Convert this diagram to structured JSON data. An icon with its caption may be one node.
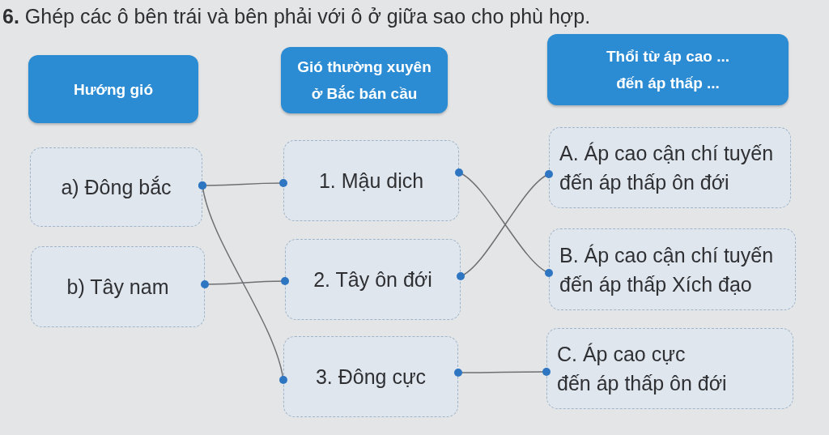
{
  "diagram": {
    "title": "**6.** Ghép các ô bên trái và bên phải với ô ở giữa sao cho phù hợp.",
    "nodes": [
      {
        "text": [
          "Hướng gió"
        ]
      },
      {
        "text": [
          "Gió thường xuyên ở Bắc bán cầu"
        ]
      },
      {
        "text": [
          "Thổi từ áp cao ... đến áp thấp ..."
        ]
      },
      {
        "text": [
          "a) Đông bắc"
        ]
      },
      {
        "text": [
          "1. Mậu dịch"
        ]
      },
      {
        "text": [
          "A. Áp cao cận chí tuyến đến áp thấp ôn đới"
        ]
      },
      {
        "text": [
          "b) Tây nam"
        ]
      },
      {
        "text": [
          "2. Tây ôn đới"
        ]
      },
      {
        "text": [
          "B. Áp cao cận chí tuyến đến áp thấp Xích đạo"
        ]
      },
      {
        "text": [
          "3. Đông cực"
        ]
      },
      {
        "text": [
          "C. Áp cao cực đến áp thấp ôn đới"
        ]
      }
    ],
    "edges": [
      {
        "from": 3,
        "to": 4,
        "arrow": "other"
      },
      {
        "from": 3,
        "to": 9,
        "arrow": "other"
      },
      {
        "from": 6,
        "to": 7,
        "arrow": "other"
      },
      {
        "from": 4,
        "to": 8,
        "arrow": "other"
      },
      {
        "from": 7,
        "to": 5,
        "arrow": "other"
      },
      {
        "from": 9,
        "to": 10,
        "arrow": "other"
      }
    ]
  }
}
